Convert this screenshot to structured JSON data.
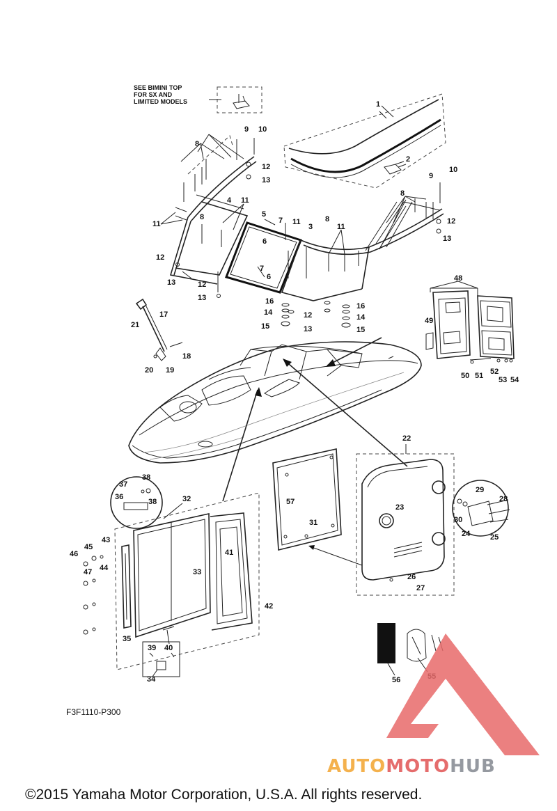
{
  "note": {
    "line1": "SEE BIMINI TOP",
    "line2": "FOR SX AND",
    "line3": "LIMITED MODELS"
  },
  "callouts": {
    "c1": "1",
    "c2": "2",
    "c3": "3",
    "c4": "4",
    "c5": "5",
    "c6a": "6",
    "c6b": "6",
    "c7a": "7",
    "c7b": "7",
    "c8a": "8",
    "c8b": "8",
    "c8c": "8",
    "c8d": "8",
    "c9a": "9",
    "c9b": "9",
    "c10a": "10",
    "c10b": "10",
    "c11a": "11",
    "c11b": "11",
    "c11c": "11",
    "c11d": "11",
    "c12a": "12",
    "c12b": "12",
    "c12c": "12",
    "c12d": "12",
    "c12e": "12",
    "c13a": "13",
    "c13b": "13",
    "c13c": "13",
    "c13d": "13",
    "c13e": "13",
    "c14a": "14",
    "c14b": "14",
    "c15a": "15",
    "c15b": "15",
    "c16a": "16",
    "c16b": "16",
    "c17": "17",
    "c18": "18",
    "c19": "19",
    "c20": "20",
    "c21": "21",
    "c22": "22",
    "c23": "23",
    "c24": "24",
    "c25": "25",
    "c26": "26",
    "c27": "27",
    "c28": "28",
    "c29": "29",
    "c30": "30",
    "c31": "31",
    "c32": "32",
    "c33": "33",
    "c34": "34",
    "c35": "35",
    "c36": "36",
    "c37": "37",
    "c38a": "38",
    "c38b": "38",
    "c39": "39",
    "c40": "40",
    "c41": "41",
    "c42": "42",
    "c43": "43",
    "c44": "44",
    "c45": "45",
    "c46": "46",
    "c47": "47",
    "c48": "48",
    "c49": "49",
    "c50": "50",
    "c51": "51",
    "c52": "52",
    "c53": "53",
    "c54": "54",
    "c55": "55",
    "c56": "56",
    "c57": "57"
  },
  "diagram_code": "F3F1110-P300",
  "copyright": "©2015 Yamaha Motor Corporation, U.S.A. All rights reserved.",
  "watermark": {
    "auto": "AUTO",
    "moto": "MOTO",
    "hub": "HUB",
    "colors": {
      "auto": "#f3a93a",
      "moto": "#e35d5d",
      "hub": "#8a8f96",
      "logo": "#e86a6a"
    }
  }
}
